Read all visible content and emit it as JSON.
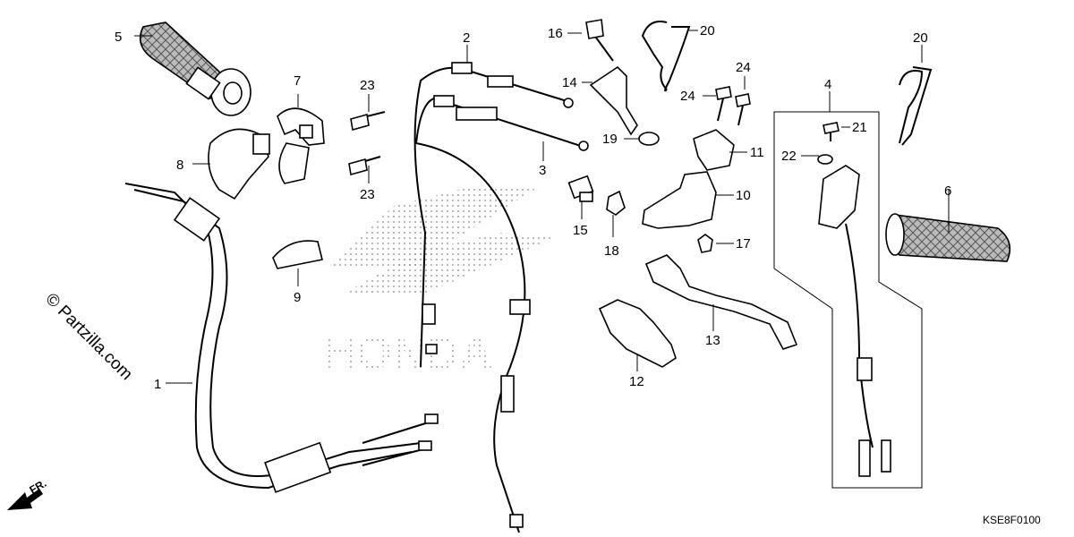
{
  "diagram": {
    "code": "KSE8F0100",
    "watermark_text": "© Partzilla.com",
    "front_marker": "FR.",
    "brand_watermark": "HONDA",
    "callouts": [
      "1",
      "2",
      "3",
      "4",
      "5",
      "6",
      "7",
      "8",
      "9",
      "10",
      "11",
      "12",
      "13",
      "14",
      "15",
      "16",
      "17",
      "18",
      "19",
      "20",
      "20",
      "21",
      "22",
      "23",
      "23",
      "24",
      "24"
    ]
  }
}
